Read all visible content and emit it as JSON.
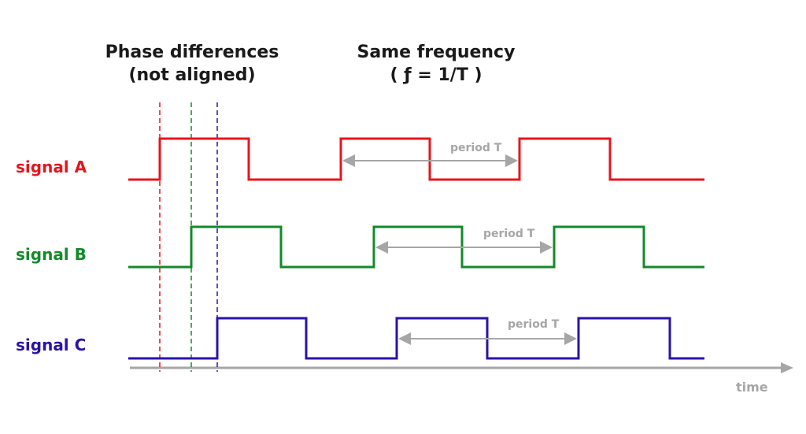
{
  "headings": {
    "phase_line1": "Phase differences",
    "phase_line2": "(not aligned)",
    "freq_line1": "Same frequency",
    "freq_line2": "( ƒ = 1/T )"
  },
  "signals": [
    {
      "label": "signal A",
      "color": "#e8141c",
      "period_label": "period T"
    },
    {
      "label": "signal B",
      "color": "#138a2a",
      "period_label": "period T"
    },
    {
      "label": "signal C",
      "color": "#2a13a8",
      "period_label": "period T"
    }
  ],
  "axis": {
    "label": "time",
    "color": "#a6a6a6"
  }
}
